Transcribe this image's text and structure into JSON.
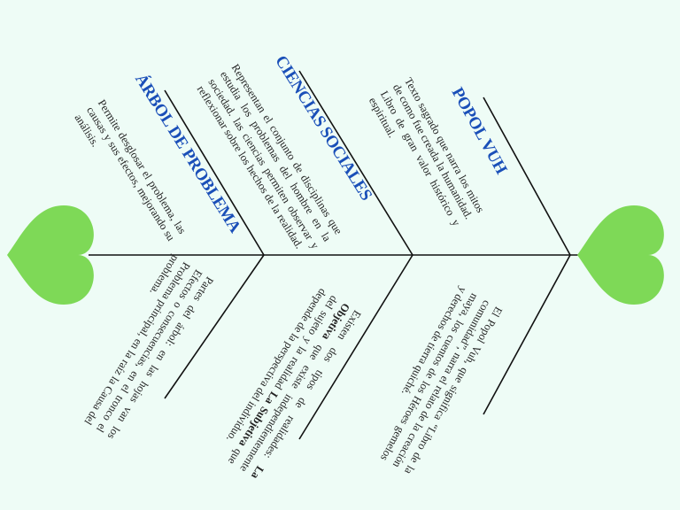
{
  "colors": {
    "background": "#eefcf6",
    "spine": "#111111",
    "heart": "#7ed957",
    "title": "#1a4fb8",
    "text": "#222222"
  },
  "branches": {
    "popol_title": "POPOL VUH",
    "popol_top": "Texto sagrado que narra los mitos de como fue creada la humanidad. Libro de gran valor histórico y espiritual.",
    "popol_bottom": "El Popol Vuh, que significa “Libro de la comunidad”, narra el relato de la creación maya, los cuentos de los Héroes gemelos y derechos de tierra quiché.",
    "ciencias_title": "CIENCIAS SOCIALES",
    "ciencias_top": "Representan el conjunto de disciplinas que estudia los problemas del hombre en la sociedad. las ciencias permiten observar y reflexionar sobre los hechos de la realidad.",
    "ciencias_bottom_1": "Existen dos tipos de realidades:",
    "ciencias_bottom_2": "La Objetiva",
    "ciencias_bottom_3": "que existe independientemente del sujeto y la realidad",
    "ciencias_bottom_4": "La Subjetiva",
    "ciencias_bottom_5": "que depende de la perspectiva del individuo.",
    "arbol_title": "ÁRBOL DE PROBLEMA",
    "arbol_top": "Permite desglosar el problema, las causas y sus efectos, mejorando su análisis.",
    "arbol_bottom": "Partes del árbol: en las hojas van los Efectos o consecuencias, en el tronco el Problema principal, en la raíz la Causa del problema."
  }
}
